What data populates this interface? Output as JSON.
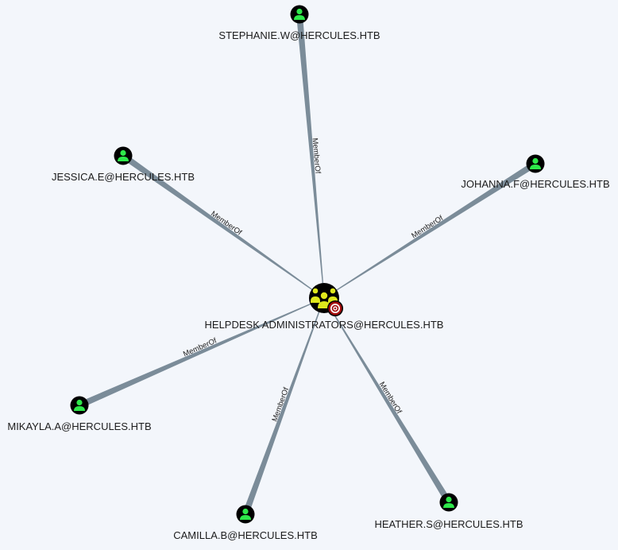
{
  "graph": {
    "center": {
      "id": "helpdesk",
      "label": "HELPDESK ADMINISTRATORS@HERCULES.HTB",
      "type": "group",
      "icon": "group-icon",
      "badge": "target-icon"
    },
    "users": [
      {
        "id": "stephanie",
        "label": "STEPHANIE.W@HERCULES.HTB",
        "icon": "user-icon"
      },
      {
        "id": "jessica",
        "label": "JESSICA.E@HERCULES.HTB",
        "icon": "user-icon"
      },
      {
        "id": "johanna",
        "label": "JOHANNA.F@HERCULES.HTB",
        "icon": "user-icon"
      },
      {
        "id": "mikayla",
        "label": "MIKAYLA.A@HERCULES.HTB",
        "icon": "user-icon"
      },
      {
        "id": "camilla",
        "label": "CAMILLA.B@HERCULES.HTB",
        "icon": "user-icon"
      },
      {
        "id": "heather",
        "label": "HEATHER.S@HERCULES.HTB",
        "icon": "user-icon"
      }
    ],
    "edges": [
      {
        "from": "stephanie",
        "to": "helpdesk",
        "label": "MemberOf"
      },
      {
        "from": "jessica",
        "to": "helpdesk",
        "label": "MemberOf"
      },
      {
        "from": "johanna",
        "to": "helpdesk",
        "label": "MemberOf"
      },
      {
        "from": "mikayla",
        "to": "helpdesk",
        "label": "MemberOf"
      },
      {
        "from": "camilla",
        "to": "helpdesk",
        "label": "MemberOf"
      },
      {
        "from": "heather",
        "to": "helpdesk",
        "label": "MemberOf"
      }
    ],
    "colors": {
      "background": "#f3f6fb",
      "edge": "#7b8c99",
      "user_node": "#000000",
      "user_icon": "#2ee84a",
      "group_icon": "#dfe81c",
      "target": "#a40d0d"
    }
  }
}
